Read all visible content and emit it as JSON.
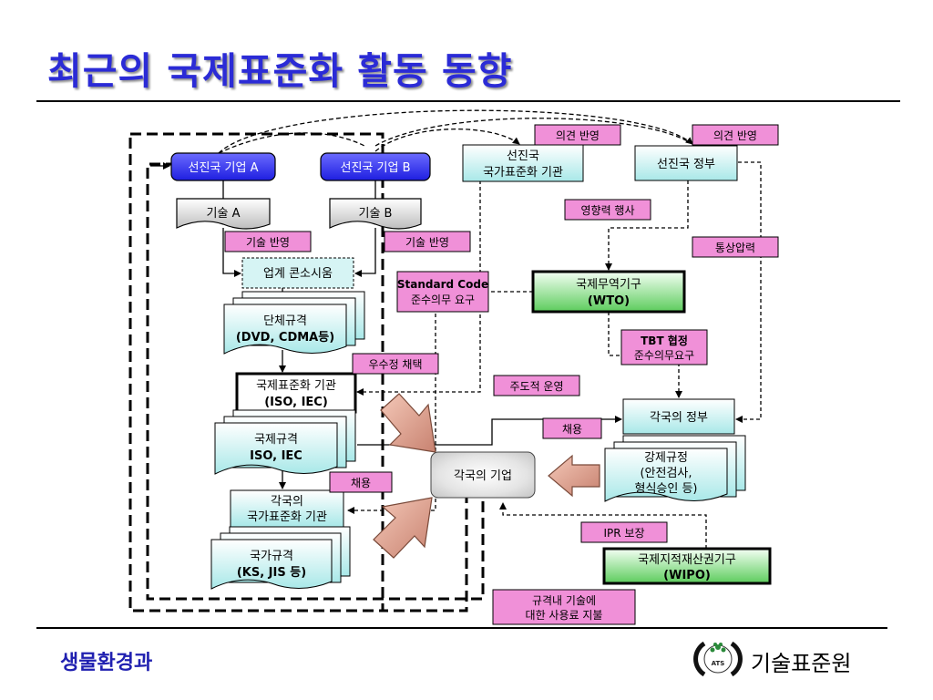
{
  "title": "최근의 국제표준화 활동 동향",
  "footer": {
    "left": "생물환경과",
    "right": "기술표준원",
    "logo_text": "ATS"
  },
  "nodes": {
    "company_a": "선진국 기업 A",
    "company_b": "선진국 기업 B",
    "tech_a": "기술 A",
    "tech_b": "기술 B",
    "consortium": "업계 콘소시움",
    "group_std": [
      "단체규격",
      "(DVD, CDMA등)"
    ],
    "intl_body": [
      "국제표준화 기관",
      "(ISO, IEC)"
    ],
    "intl_std": [
      "국제규격",
      "ISO, IEC"
    ],
    "national_body": [
      "각국의",
      "국가표준화 기관"
    ],
    "national_std": [
      "국가규격",
      "(KS, JIS 등)"
    ],
    "adv_std_body": [
      "선진국",
      "국가표준화 기관"
    ],
    "adv_gov": "선진국 정부",
    "wto": [
      "국제무역기구",
      "(WTO)"
    ],
    "each_gov": "각국의 정부",
    "mandatory": [
      "강제규정",
      "(안전검사,",
      "형식승인 등)"
    ],
    "each_company": "각국의 기업",
    "wipo": [
      "국제지적재산권기구",
      "(WIPO)"
    ]
  },
  "labels": {
    "opinion_1": "의견 반영",
    "opinion_2": "의견 반영",
    "influence": "영향력 행사",
    "trade_pressure": "통상압력",
    "tech_reflect_a": "기술 반영",
    "tech_reflect_b": "기술 반영",
    "standard_code": [
      "Standard Code",
      "준수의무 요구"
    ],
    "tbt": [
      "TBT 협정",
      "준수의무요구"
    ],
    "adopt_excellent": "우수정 채택",
    "lead_operation": "주도적 운영",
    "adopt_1": "채용",
    "adopt_2": "채용",
    "ipr": "IPR 보장",
    "royalty": [
      "규격내 기술에",
      "대한 사용료 지불"
    ]
  },
  "colors": {
    "title": "#2b2bd6",
    "label_pink": "#f090d8",
    "node_blue": "#3838f0",
    "node_teal": "#c8f0f0",
    "node_green": "#58c058"
  }
}
